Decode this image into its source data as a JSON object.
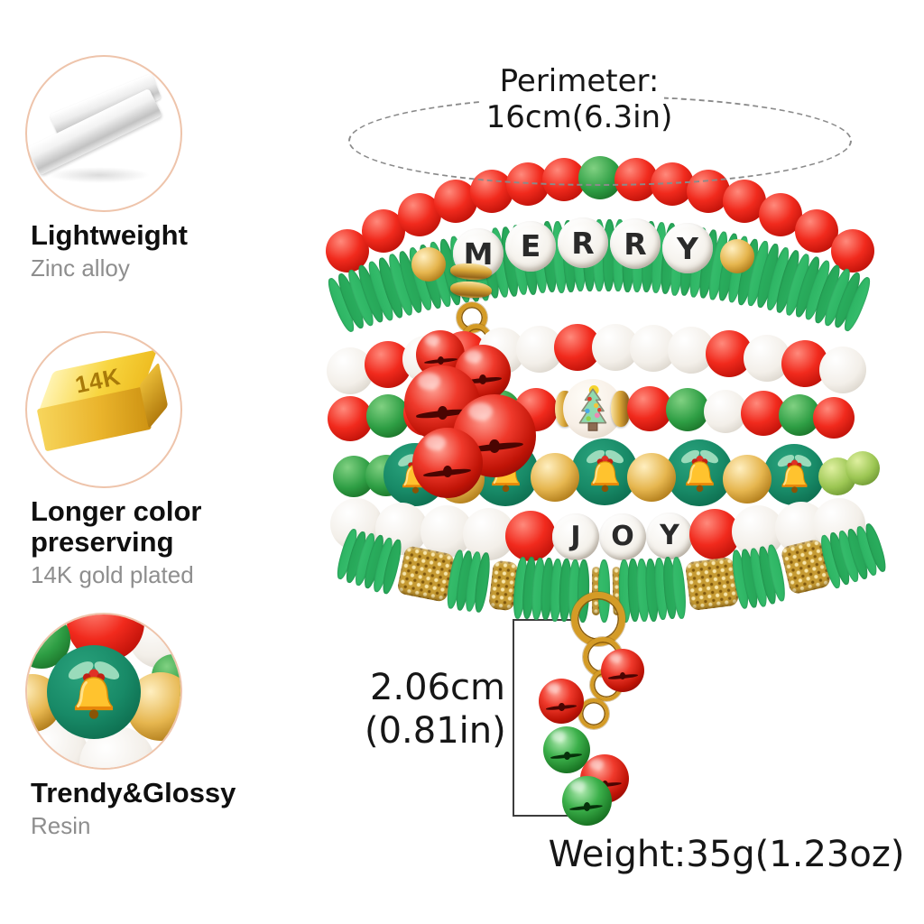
{
  "perimeter_label": {
    "line1": "Perimeter:",
    "line2": "16cm(6.3in)"
  },
  "features": [
    {
      "title": "Lightweight",
      "subtitle": "Zinc alloy",
      "icon": "silver-ingots"
    },
    {
      "title": "Longer color preserving",
      "subtitle": "14K gold plated",
      "icon": "gold-bar",
      "bar_label": "14K"
    },
    {
      "title": "Trendy&Glossy",
      "subtitle": "Resin",
      "icon": "bracelet-closeup"
    }
  ],
  "bracelet": {
    "word_top": "MERRY",
    "word_bottom": "JOY"
  },
  "measurements": {
    "pendant_length_cm": "2.06cm",
    "pendant_length_in": "(0.81in)",
    "weight": "Weight:35g(1.23oz)"
  },
  "colors": {
    "bead_red": "#f12a1d",
    "heishi_green": "#2db463",
    "forest_green": "#2e9e44",
    "white_bead": "#f3efe9",
    "gold": "#e0ad45",
    "teal_bell_disc": "#188a67",
    "lime_green": "#9cc653",
    "jingle_red": "#ef392b",
    "jingle_green": "#3bb04a",
    "chain_gold": "#d49b26",
    "circle_border": "#eec4ab",
    "dash_line": "#8a8a8a",
    "text_dark": "#161616",
    "text_gray": "#8e8e8e"
  }
}
